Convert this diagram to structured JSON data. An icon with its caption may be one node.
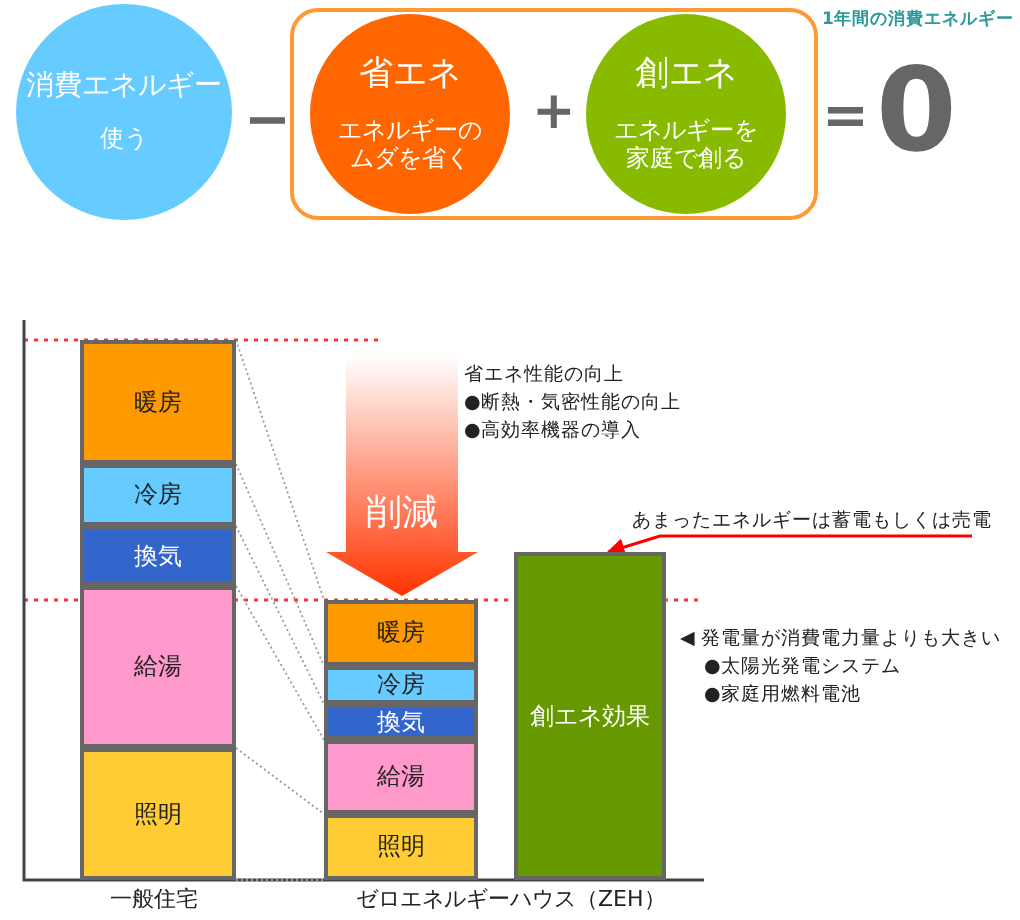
{
  "diagram": {
    "nodes": [
      {
        "text": [
          "消費エネルギー",
          "使う"
        ]
      },
      {
        "text": [],
        "shape": "box"
      },
      {
        "text": [
          "省エネ",
          "エネルギーのムダを省く"
        ],
        "in": 1
      },
      {
        "text": [
          "創エネ",
          "エネルギーを家庭で創る"
        ],
        "in": 1
      },
      {
        "text": [
          "暖房"
        ]
      },
      {
        "text": [
          "冷房"
        ]
      },
      {
        "text": [
          "換気"
        ]
      },
      {
        "text": [
          "給湯"
        ]
      },
      {
        "text": [
          "照明"
        ]
      },
      {
        "text": [
          "削減"
        ]
      },
      {
        "text": [
          "あまったエネルギーは蓄電もしくは売電"
        ]
      },
      {
        "text": [
          "暖房"
        ]
      },
      {
        "text": [
          "冷房"
        ]
      },
      {
        "text": [
          "換気"
        ]
      },
      {
        "text": [
          "給湯"
        ]
      },
      {
        "text": [
          "照明"
        ]
      },
      {
        "text": [
          "創エネ効果"
        ]
      }
    ],
    "edges": [
      {
        "from": 10,
        "to": 16,
        "arrow": "to",
        "color": "#ff0000"
      },
      {
        "from": 4,
        "to": 11,
        "arrow": "none",
        "style": "dashed"
      },
      {
        "from": 5,
        "to": 12,
        "arrow": "none",
        "style": "dashed"
      },
      {
        "from": 6,
        "to": 13,
        "arrow": "none",
        "style": "dashed"
      },
      {
        "from": 7,
        "to": 14,
        "arrow": "none",
        "style": "dashed"
      },
      {
        "from": 8,
        "to": 15,
        "arrow": "none",
        "style": "dashed"
      },
      {
        "from": 8,
        "to": 15,
        "arrow": "none",
        "style": "dashed"
      }
    ],
    "labels": [
      "−",
      "+",
      "=",
      "1年間の消費エネルギー",
      "0",
      "省エネ性能の向上",
      "●断熱・気密性能の向上",
      "●高効率機器の導入",
      "◀ 発電量が消費電力量よりも大きい",
      "●太陽光発電システム",
      "●家庭用燃料電池",
      "一般住宅",
      "ゼロエネルギーハウス（ZEH）"
    ]
  }
}
